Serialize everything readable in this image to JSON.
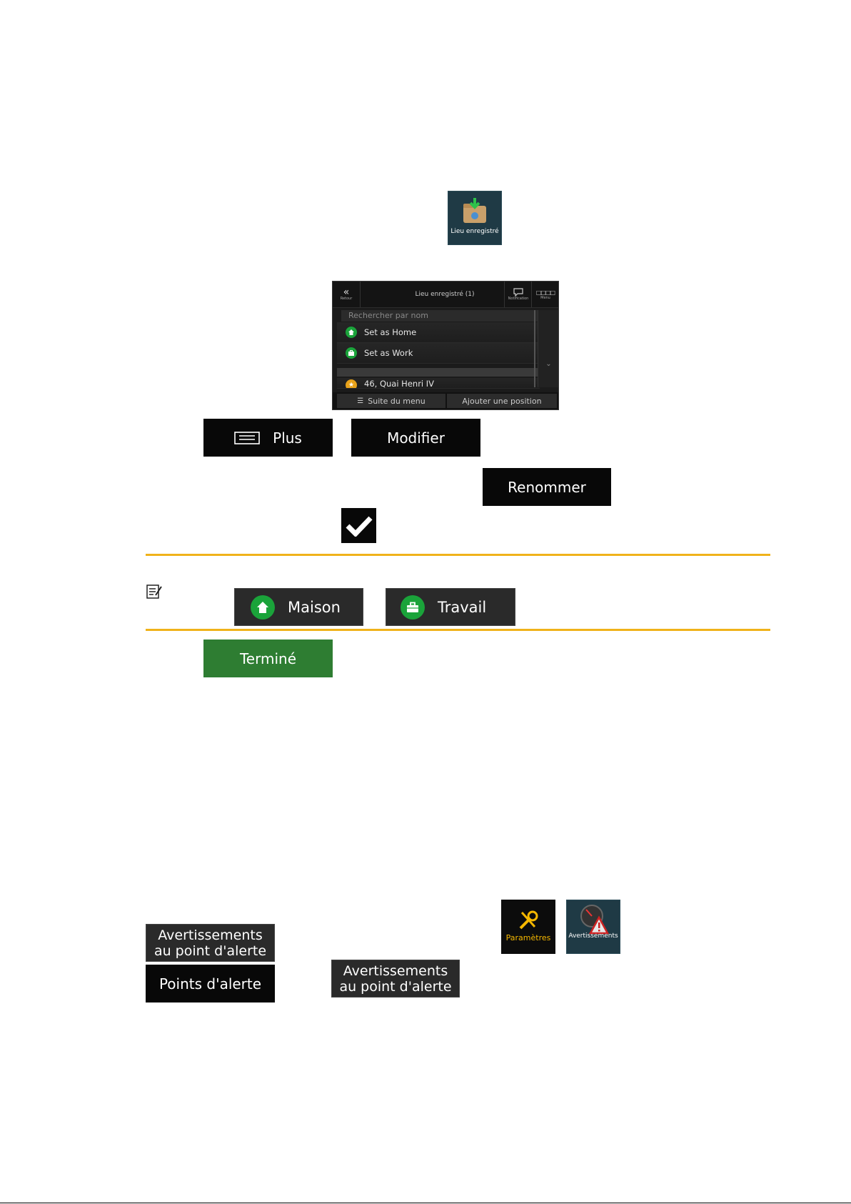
{
  "saved_place_tile": {
    "label": "Lieu enregistré",
    "icon": "folder-download-icon"
  },
  "phone": {
    "back_label": "Retour",
    "title": "Lieu enregistré (1)",
    "notification_label": "Notification",
    "menu_label": "Menu",
    "search_placeholder": "Rechercher par nom",
    "items": [
      {
        "label": "Set as Home",
        "icon": "home-icon"
      },
      {
        "label": "Set as Work",
        "icon": "briefcase-icon"
      },
      {
        "label": "46, Quai Henri IV",
        "icon": "star-icon"
      }
    ],
    "more_menu_label": "Suite du menu",
    "add_position_label": "Ajouter une position"
  },
  "buttons": {
    "plus": "Plus",
    "modifier": "Modifier",
    "renommer": "Renommer",
    "maison": "Maison",
    "travail": "Travail",
    "termine": "Terminé",
    "alert_warnings_line1": "Avertissements",
    "alert_warnings_line2": "au point d'alerte",
    "alert_points": "Points d'alerte",
    "alert_warnings2_line1": "Avertissements",
    "alert_warnings2_line2": "au point d'alerte"
  },
  "tiles": {
    "parametres": "Paramètres",
    "avertissements": "Avertissements"
  },
  "colors": {
    "accent_orange": "#f0b21a",
    "green": "#1aa33a",
    "done_green": "#2e7d32",
    "params_yellow": "#f5b700"
  }
}
